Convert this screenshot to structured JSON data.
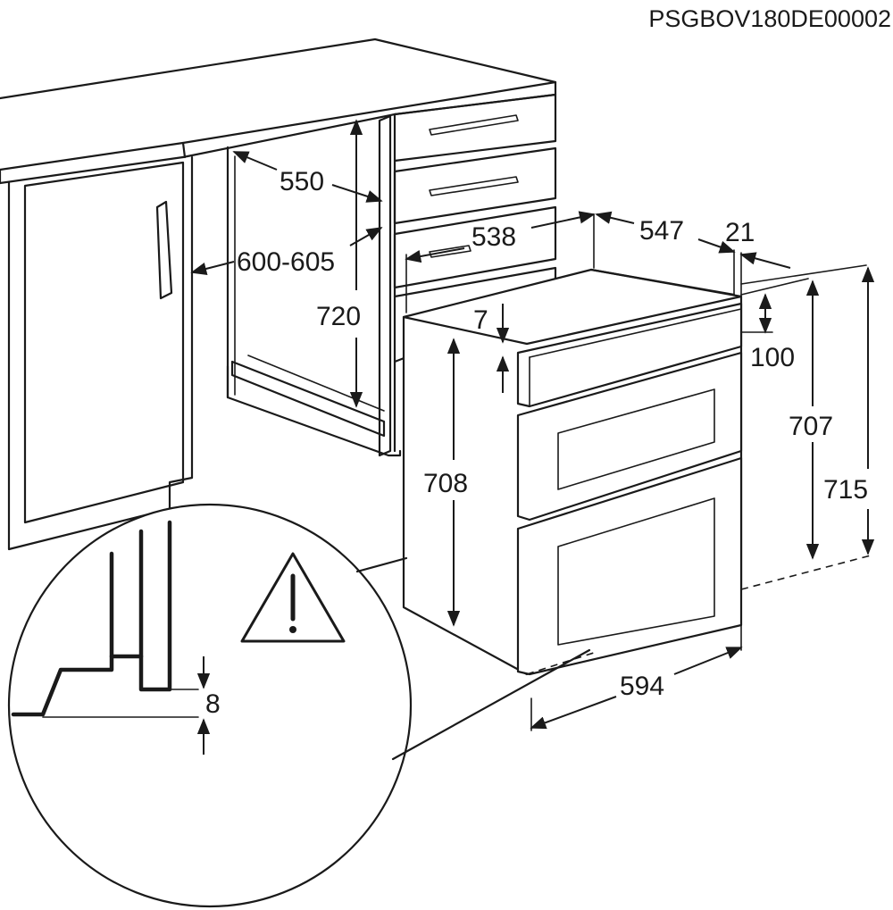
{
  "document_code": "PSGBOV180DE00002",
  "dimensions": {
    "cabinet_depth": "550",
    "cabinet_width": "600-605",
    "cabinet_height": "720",
    "oven_inner_depth": "538",
    "oven_depth": "547",
    "front_panel_thickness": "21",
    "top_gap": "7",
    "top_panel_height": "100",
    "front_height": "707",
    "total_height": "715",
    "body_height": "708",
    "width": "594",
    "detail_gap": "8"
  },
  "icons": [
    "warning-triangle-icon"
  ]
}
